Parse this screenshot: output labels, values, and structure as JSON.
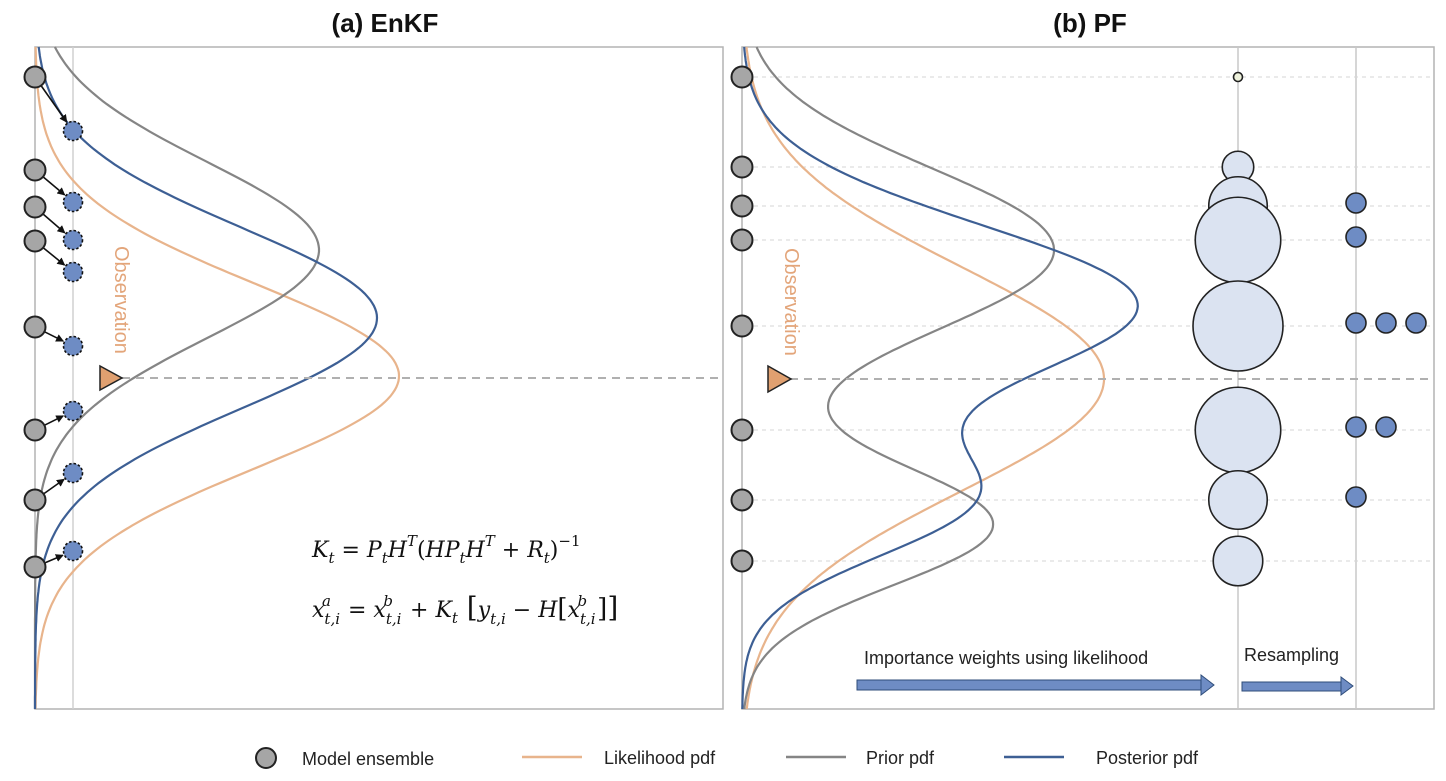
{
  "panels": {
    "a": {
      "title": "(a) EnKF",
      "observation_label": "Observation",
      "equation_1": "K_t = P_t H^T (H P_t H^T + R_t)^{-1}",
      "equation_2": "x^a_{t,i} = x^b_{t,i} + K_t [y_{t,i} − H[x^b_{t,i}]]"
    },
    "b": {
      "title": "(b) PF",
      "observation_label": "Observation",
      "importance_label": "Importance weights using likelihood",
      "resampling_label": "Resampling"
    }
  },
  "legend": {
    "model_ensemble": "Model ensemble",
    "likelihood": "Likelihood pdf",
    "prior": "Prior pdf",
    "posterior": "Posterior pdf"
  },
  "colors": {
    "likelihood": "#e8b48c",
    "prior": "#858585",
    "posterior": "#3d5f94",
    "ensemble_fill": "#a6a6a6",
    "updated_fill": "#6e8cc4",
    "weight_fill": "#dbe3f1",
    "observation": "#e0a070",
    "arrow": "#6e8cc4"
  },
  "pf_weights": [
    0.1,
    0.35,
    0.65,
    0.95,
    1.0,
    0.95,
    0.65,
    0.55
  ],
  "pf_resampled_counts": [
    0,
    0,
    1,
    1,
    3,
    2,
    1,
    0
  ]
}
